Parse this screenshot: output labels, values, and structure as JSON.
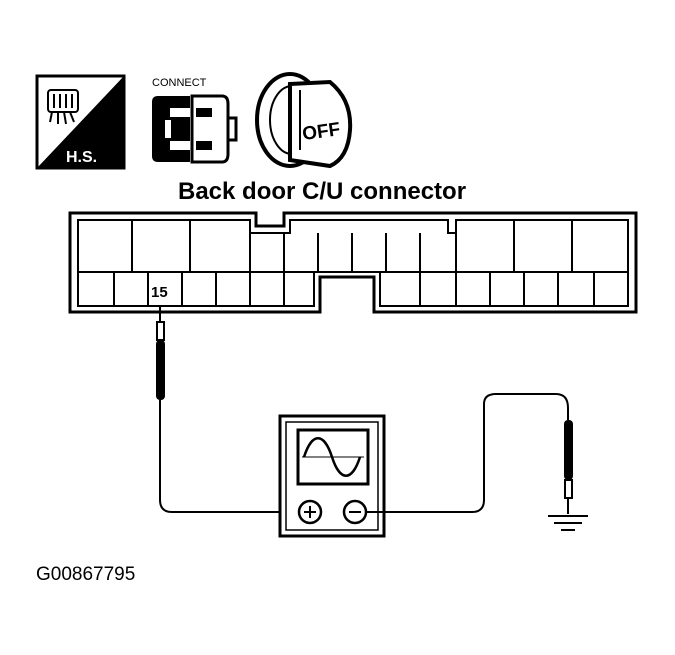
{
  "icons": {
    "harness_side_label": "H.S.",
    "connect_label": "CONNECT",
    "ignition_label": "OFF"
  },
  "connector": {
    "title": "Back door C/U connector",
    "pin_label": "15"
  },
  "figure_id": "G00867795"
}
